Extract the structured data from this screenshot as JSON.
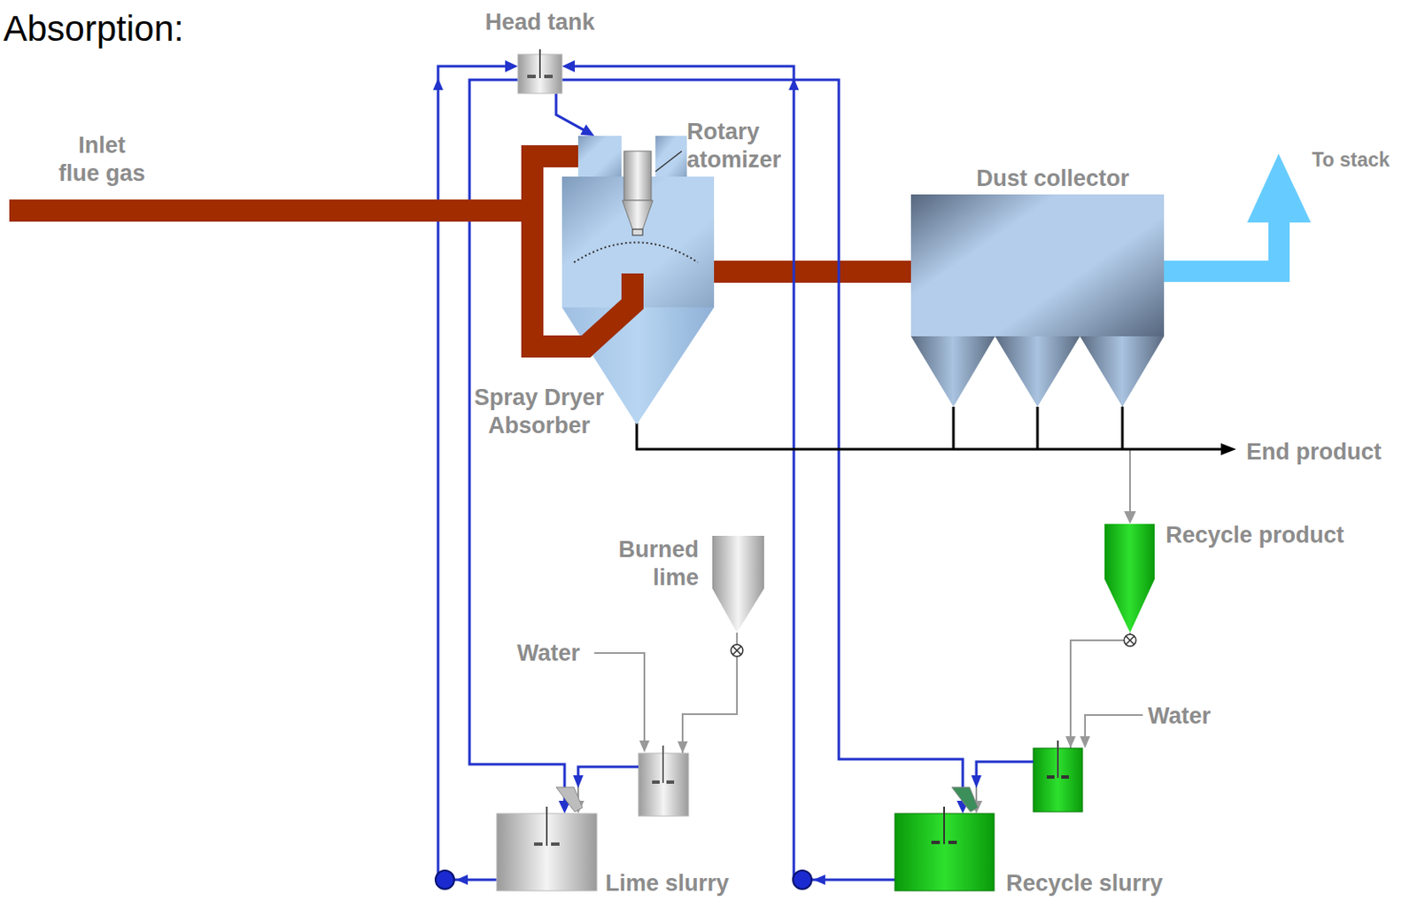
{
  "diagram": {
    "nodes": [
      {
        "text": [
          "Head tank"
        ]
      },
      {
        "text": [
          "Spray Dryer Absorber"
        ]
      },
      {
        "text": [
          "Dust collector"
        ]
      },
      {
        "text": [
          "Burned lime"
        ]
      },
      {
        "text": [
          "Lime slurry"
        ]
      },
      {
        "text": [
          "Recycle product"
        ]
      },
      {
        "text": [
          "Recycle slurry"
        ]
      }
    ],
    "edges": [
      {
        "from": 0,
        "to": 1,
        "arrow": "to"
      },
      {
        "from": 1,
        "to": 2,
        "arrow": "none"
      },
      {
        "from": 4,
        "to": 0,
        "arrow": "to"
      },
      {
        "from": 0,
        "to": 4,
        "arrow": "to"
      },
      {
        "from": 6,
        "to": 0,
        "arrow": "to"
      },
      {
        "from": 0,
        "to": 6,
        "arrow": "to"
      },
      {
        "from": 3,
        "to": 4,
        "arrow": "to"
      },
      {
        "from": 2,
        "to": 5,
        "arrow": "to"
      },
      {
        "from": 5,
        "to": 6,
        "arrow": "to"
      }
    ],
    "labels": [
      "Absorption:",
      "Inlet flue gas",
      "Rotary atomizer",
      "To stack",
      "End product",
      "Water",
      "Water"
    ]
  }
}
